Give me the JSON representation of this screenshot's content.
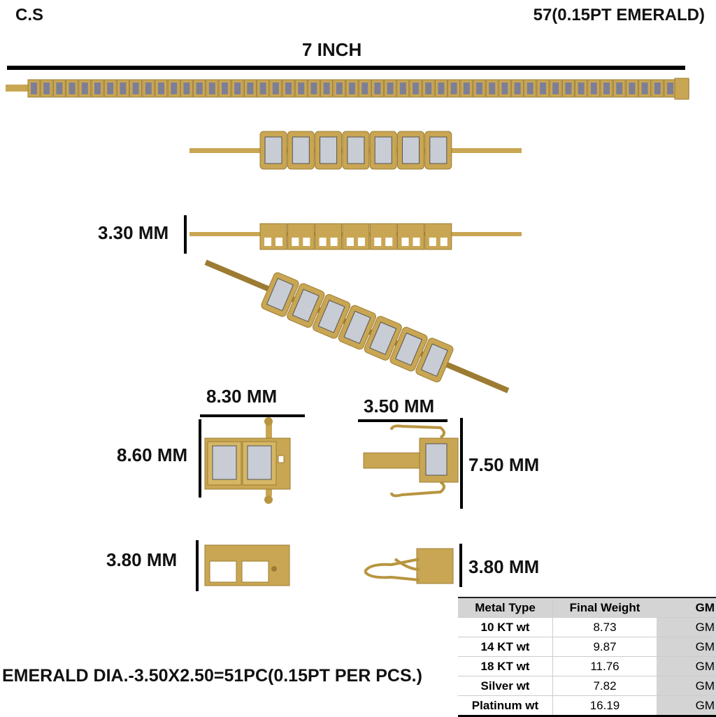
{
  "header": {
    "code": "C.S",
    "stone_count": "57(0.15PT EMERALD)"
  },
  "dimensions": {
    "length": "7 INCH",
    "side_height": "3.30 MM",
    "clasp_width": "8.30 MM",
    "clasp_height": "8.60 MM",
    "clasp_side_width": "3.50 MM",
    "clasp_side_height": "7.50 MM",
    "clasp_depth_left": "3.80 MM",
    "clasp_depth_right": "3.80 MM"
  },
  "stone_note": "EMERALD DIA.-3.50X2.50=51PC(0.15PT PER PCS.)",
  "weight_table": {
    "headers": [
      "Metal Type",
      "Final Weight",
      "GM"
    ],
    "rows": [
      {
        "metal": "10 KT wt",
        "weight": "8.73",
        "unit": "GM"
      },
      {
        "metal": "14 KT wt",
        "weight": "9.87",
        "unit": "GM"
      },
      {
        "metal": "18 KT wt",
        "weight": "11.76",
        "unit": "GM"
      },
      {
        "metal": "Silver wt",
        "weight": "7.82",
        "unit": "GM"
      },
      {
        "metal": "Platinum wt",
        "weight": "16.19",
        "unit": "GM"
      }
    ]
  },
  "colors": {
    "gold": "#c9a653",
    "gold_dark": "#9c7c33",
    "stone": "#c8ccd4"
  }
}
